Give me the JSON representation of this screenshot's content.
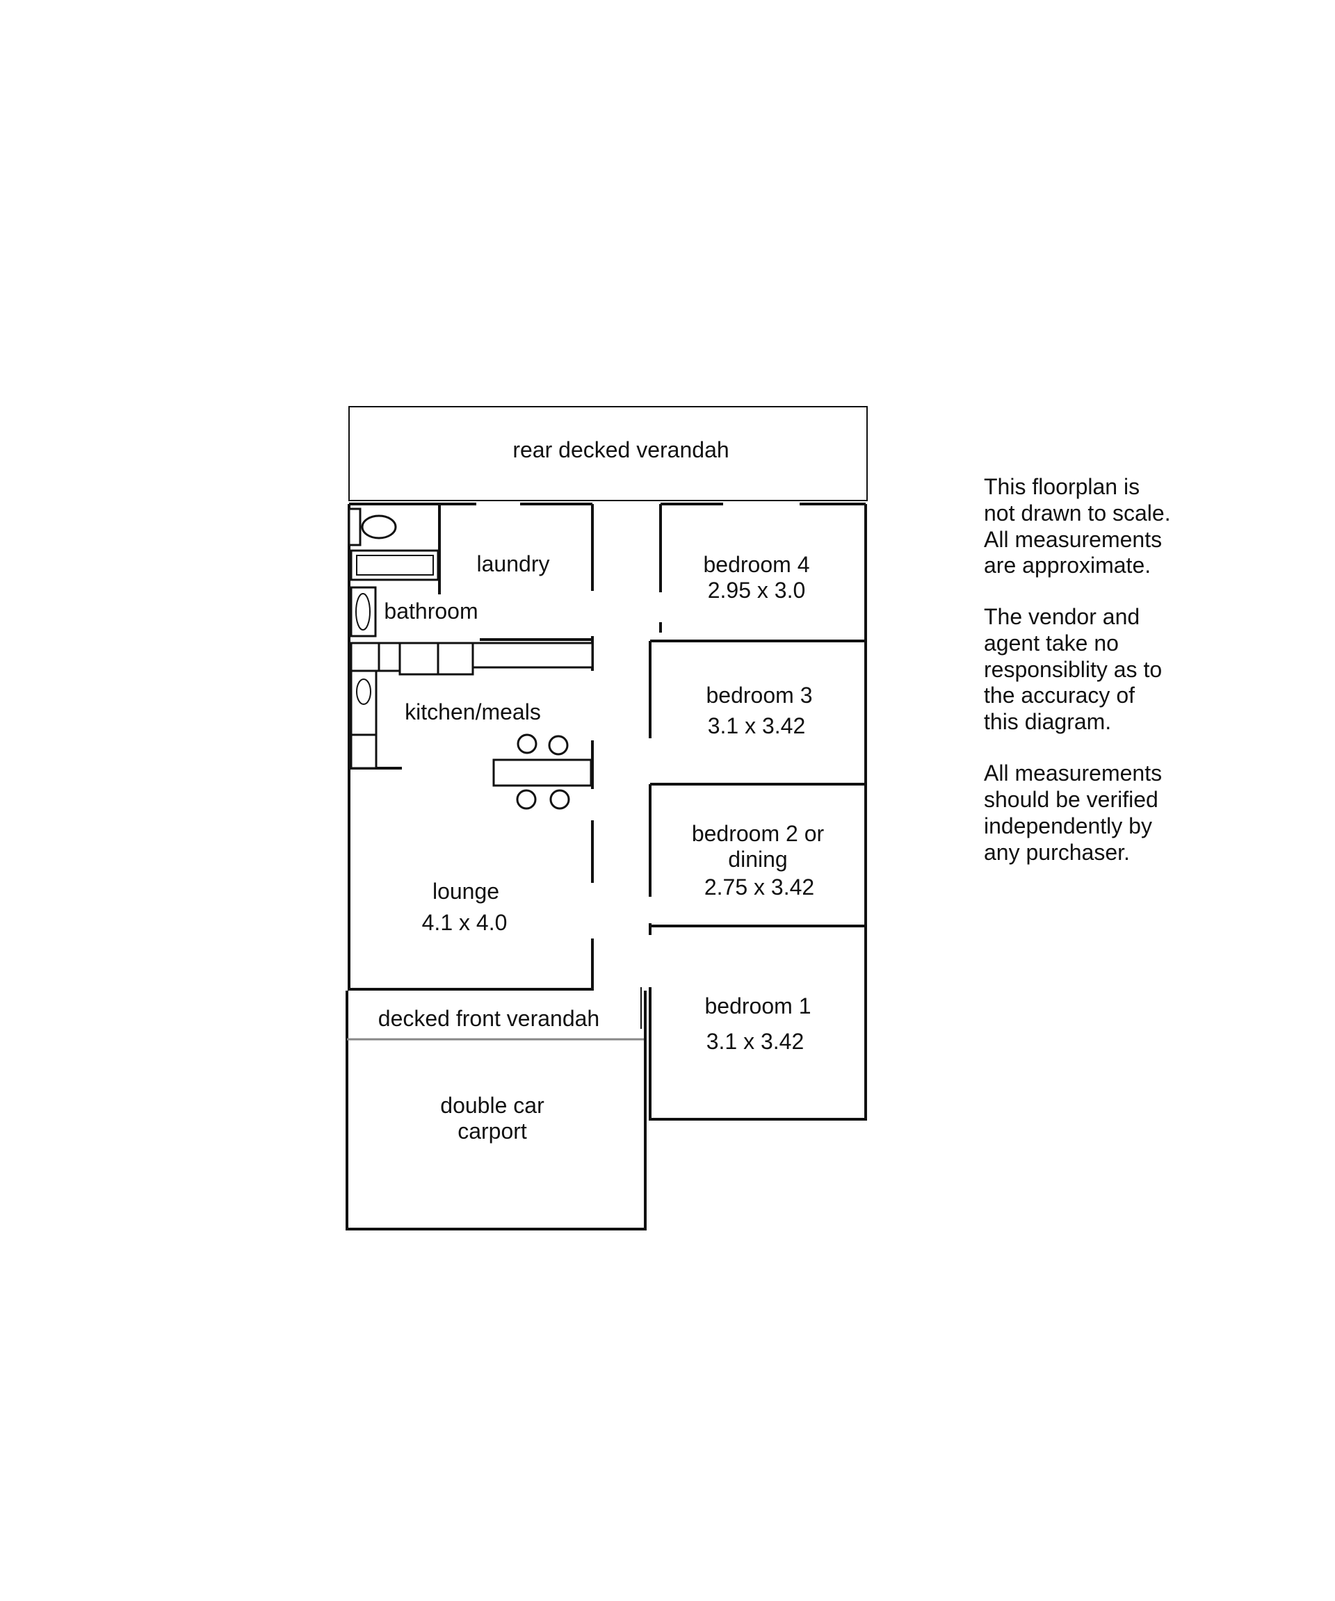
{
  "rooms": {
    "rear_verandah": "rear decked verandah",
    "laundry": "laundry",
    "bathroom": "bathroom",
    "kitchen": "kitchen/meals",
    "lounge": {
      "name": "lounge",
      "size": "4.1 x 4.0"
    },
    "bedroom4": {
      "name": "bedroom 4",
      "size": "2.95 x 3.0"
    },
    "bedroom3": {
      "name": "bedroom 3",
      "size": "3.1 x 3.42"
    },
    "bedroom2": {
      "name_line1": "bedroom 2 or",
      "name_line2": "dining",
      "size": "2.75 x 3.42"
    },
    "bedroom1": {
      "name": "bedroom 1",
      "size": "3.1 x 3.42"
    },
    "front_verandah": "decked front verandah",
    "carport": {
      "line1": "double car",
      "line2": "carport"
    }
  },
  "note": {
    "p1": [
      "This floorplan is",
      "not drawn to scale.",
      "All measurements",
      "are approximate."
    ],
    "p2": [
      "The vendor and",
      "agent take no",
      "responsiblity as to",
      "the accuracy of",
      "this diagram."
    ],
    "p3": [
      "All measurements",
      "should be verified",
      "independently by",
      "any purchaser."
    ]
  }
}
